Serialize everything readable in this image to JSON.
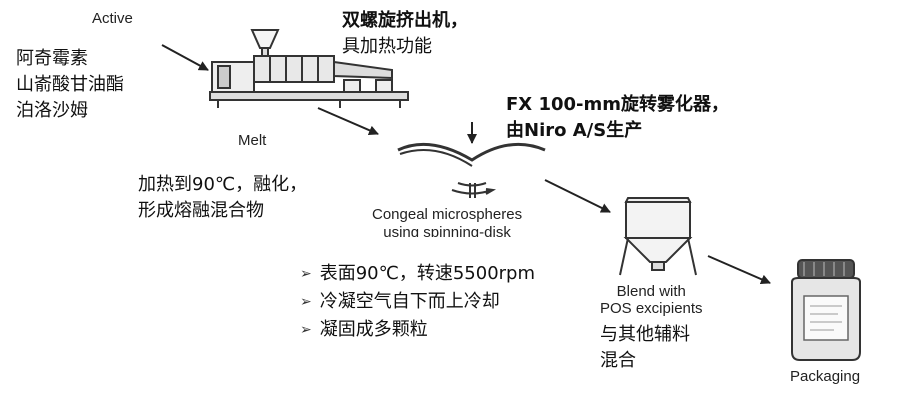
{
  "steps": {
    "active": {
      "label": "Active",
      "ingredients": [
        "阿奇霉素",
        "山嵛酸甘油酯",
        "泊洛沙姆"
      ]
    },
    "extruder": {
      "title_lines": [
        "双螺旋挤出机，",
        "具加热功能"
      ]
    },
    "melt": {
      "label": "Melt",
      "note_lines": [
        "加热到90℃，融化，",
        "形成熔融混合物"
      ]
    },
    "atomizer": {
      "title_lines": [
        "FX 100-mm旋转雾化器，",
        "由Niro A/S生产"
      ]
    },
    "congeal": {
      "label_lines": [
        "Congeal  microspheres",
        "using spinning-disk"
      ],
      "bullets": [
        "表面90℃，转速5500rpm",
        "冷凝空气自下而上冷却",
        "凝固成多颗粒"
      ]
    },
    "blend": {
      "label_lines": [
        "Blend with",
        "POS excipients"
      ],
      "note_lines": [
        "与其他辅料",
        "混合"
      ]
    },
    "packaging": {
      "label": "Packaging"
    }
  }
}
